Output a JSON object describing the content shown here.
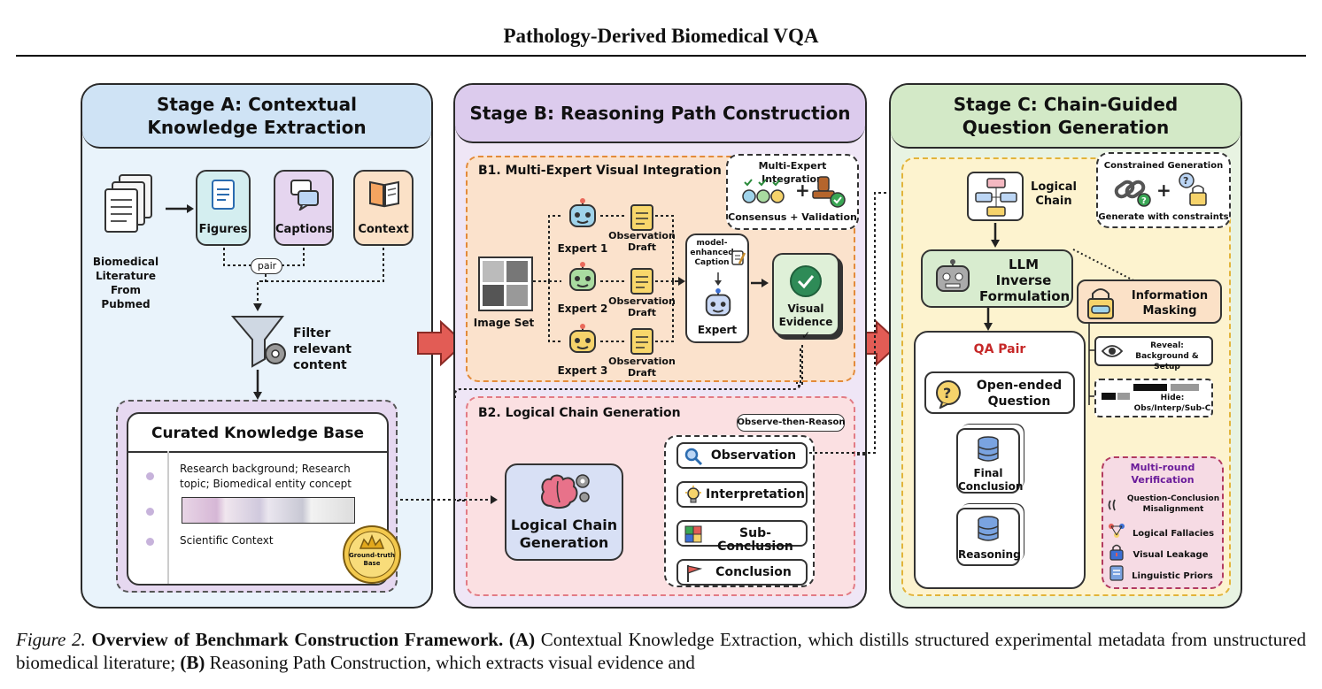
{
  "header": {
    "title": "Pathology-Derived Biomedical VQA"
  },
  "stage_a": {
    "title": "Stage A: Contextual Knowledge Extraction",
    "literature_label": "Biomedical Literature From Pubmed",
    "figures": "Figures",
    "captions": "Captions",
    "context": "Context",
    "pair": "pair",
    "filter": "Filter relevant content",
    "kb_title": "Curated Knowledge Base",
    "kb_item1": "Research background; Research topic; Biomedical entity concept",
    "kb_item2": "Scientific Context",
    "badge": "Ground-truth Base"
  },
  "stage_b": {
    "title": "Stage B: Reasoning Path Construction",
    "b1_title": "B1. Multi-Expert Visual Integration",
    "mei_title": "Multi-Expert Integration",
    "mei_sub": "Consensus + Validation",
    "image_set": "Image Set",
    "experts": [
      "Expert 1",
      "Expert 2",
      "Expert 3"
    ],
    "draft": "Observation Draft",
    "model_caption": "model-enhanced Caption",
    "expert": "Expert",
    "visual_evidence": "Visual Evidence ✓",
    "b2_title": "B2. Logical Chain Generation",
    "otr": "Observe-then-Reason",
    "lcg": "Logical Chain Generation",
    "steps": [
      "Observation",
      "Interpretation",
      "Sub-Conclusion",
      "Conclusion"
    ]
  },
  "stage_c": {
    "title": "Stage C: Chain-Guided Question Generation",
    "logical_chain": "Logical Chain",
    "cg_title": "Constrained Generation",
    "cg_sub": "Generate with constraints",
    "llm": "LLM Inverse Formulation",
    "masking": "Information Masking",
    "reveal": "Reveal: Background & Setup",
    "hide": "Hide: Obs/Interp/Sub-C",
    "qa_pair": "QA Pair",
    "open_q": "Open-ended Question",
    "final": "Final Conclusion",
    "reasoning": "Reasoning",
    "mrv_title": "Multi-round Verification",
    "mrv_items": [
      "Question-Conclusion Misalignment",
      "Logical Fallacies",
      "Visual Leakage",
      "Linguistic Priors"
    ]
  },
  "caption": {
    "fig": "Figure 2.",
    "bold": "Overview of Benchmark Construction Framework.",
    "a": "(A)",
    "a_text": "Contextual Knowledge Extraction, which distills structured experimental metadata from unstructured biomedical literature;",
    "b": "(B)",
    "b_text": "Reasoning Path Construction, which extracts visual evidence and"
  },
  "colors": {
    "stage_a_bg": "#e9f3fb",
    "stage_a_head": "#cfe3f5",
    "stage_b_bg": "#efe6f6",
    "stage_b_head": "#dccbed",
    "stage_c_bg": "#e8f3e2",
    "stage_c_head": "#d3e9c7",
    "arrow": "#e25c55",
    "inner_orange": "#fbe2cc",
    "inner_pink": "#fbe0e2",
    "inner_yellow": "#fdf3cf",
    "kb_purple": "#e6d8f0",
    "qa_red": "#c62828"
  }
}
